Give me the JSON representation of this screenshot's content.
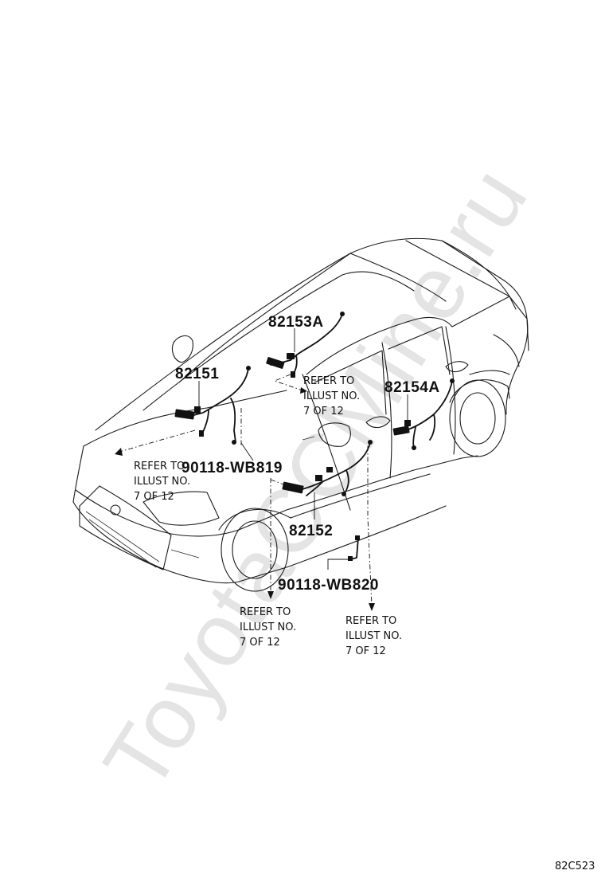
{
  "watermark": "ToyotaCCMine.ru",
  "diagram_code": "82C523",
  "parts": {
    "p82153A": "82153A",
    "p82151": "82151",
    "p82154A": "82154A",
    "p82152": "82152",
    "p90118_WB819": "90118-WB819",
    "p90118_WB820": "90118-WB820"
  },
  "references": {
    "ref_right_upper": [
      "REFER TO",
      "ILLUST NO.",
      "7 OF 12"
    ],
    "ref_left": [
      "REFER TO",
      "ILLUST NO.",
      "7 OF 12"
    ],
    "ref_bottom_left": [
      "REFER TO",
      "ILLUST NO.",
      "7 OF 12"
    ],
    "ref_bottom_right": [
      "REFER TO",
      "ILLUST NO.",
      "7 OF 12"
    ]
  }
}
